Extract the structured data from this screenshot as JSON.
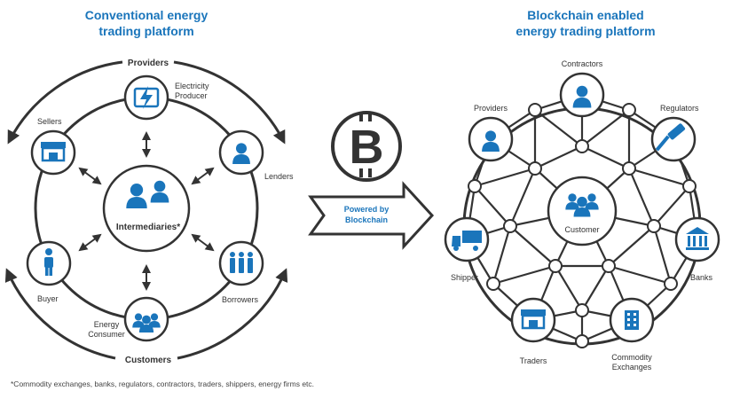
{
  "conventional": {
    "title_line1": "Conventional energy",
    "title_line2": "trading platform",
    "top_label": "Providers",
    "bottom_label": "Customers",
    "nodes": {
      "electricity_producer": [
        "Electricity",
        "Producer"
      ],
      "sellers": "Sellers",
      "lenders": "Lenders",
      "buyer": "Buyer",
      "borrowers": "Borrowers",
      "energy_consumer": [
        "Energy",
        "Consumer"
      ]
    },
    "center_label": "Intermediaries*"
  },
  "arrow": {
    "line1": "Powered by",
    "line2": "Blockchain"
  },
  "blockchain": {
    "title_line1": "Blockchain enabled",
    "title_line2": "energy trading platform",
    "nodes": {
      "contractors": "Contractors",
      "providers": "Providers",
      "regulators": "Regulators",
      "shipper": "Shipper",
      "banks": "Banks",
      "traders": "Traders",
      "commodity_exchanges": [
        "Commodity",
        "Exchanges"
      ]
    },
    "center_label": "Customer"
  },
  "footnote": "*Commodity exchanges, banks, regulators, contractors, traders, shippers, energy firms etc.",
  "colors": {
    "accent": "#1a75bb",
    "outline": "#333333",
    "lines": "#3a3a3a"
  }
}
